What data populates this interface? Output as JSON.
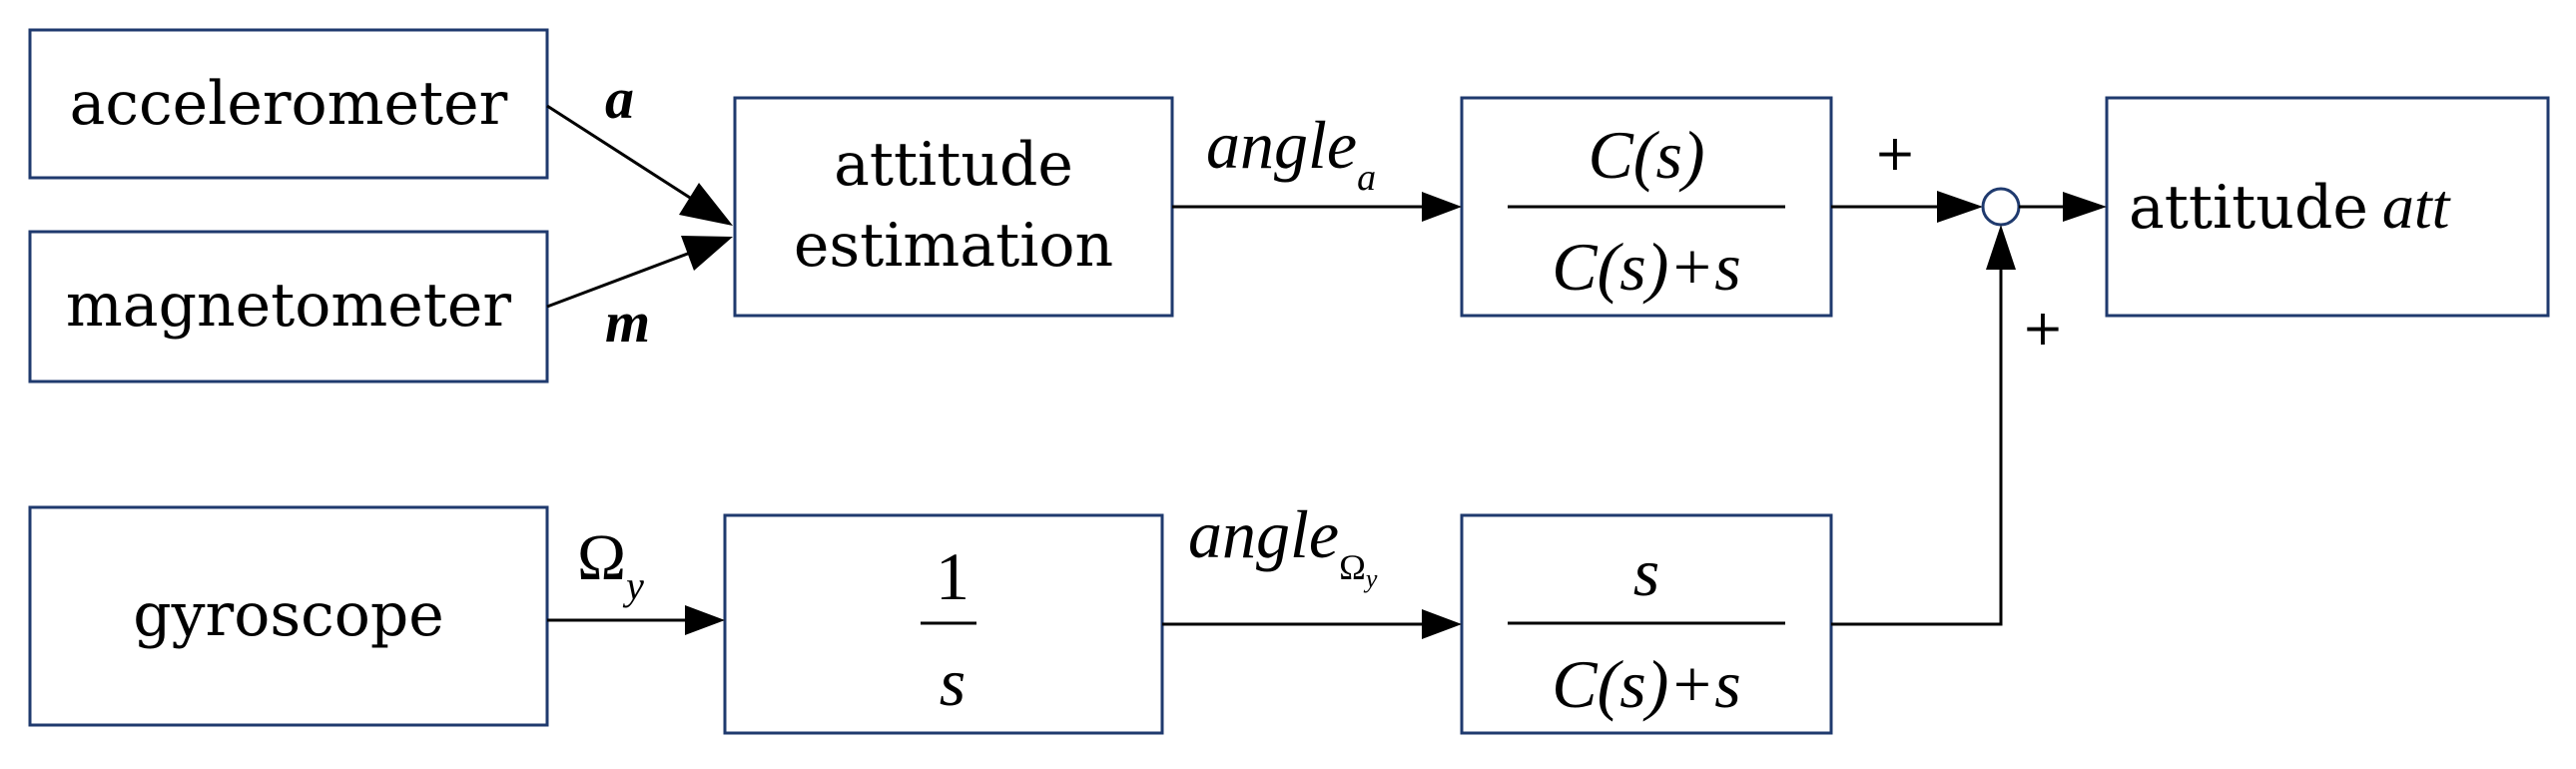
{
  "diagram": {
    "blocks": {
      "accelerometer": "accelerometer",
      "magnetometer": "magnetometer",
      "gyroscope": "gyroscope",
      "attitude_estimation": [
        "attitude",
        "estimation"
      ],
      "integrator": {
        "numerator": "1",
        "denominator": "s"
      },
      "low_pass": {
        "numerator": "C(s)",
        "denominator": "C(s)+s"
      },
      "high_pass": {
        "numerator": "s",
        "denominator": "C(s)+s"
      },
      "output": {
        "text": "attitude",
        "symbol": "att"
      }
    },
    "signals": {
      "acc": "a",
      "mag": "m",
      "gyro": {
        "base": "Ω",
        "sub": "y"
      },
      "angle_a": {
        "base": "angle",
        "sub": "a"
      },
      "angle_omega": {
        "base": "angle",
        "sub": "Ω",
        "subsub": "y"
      }
    },
    "sum_signs": {
      "top": "+",
      "bottom": "+"
    },
    "colors": {
      "box_border": "#1f3a6e",
      "arrow": "#000000",
      "text": "#000000"
    }
  }
}
